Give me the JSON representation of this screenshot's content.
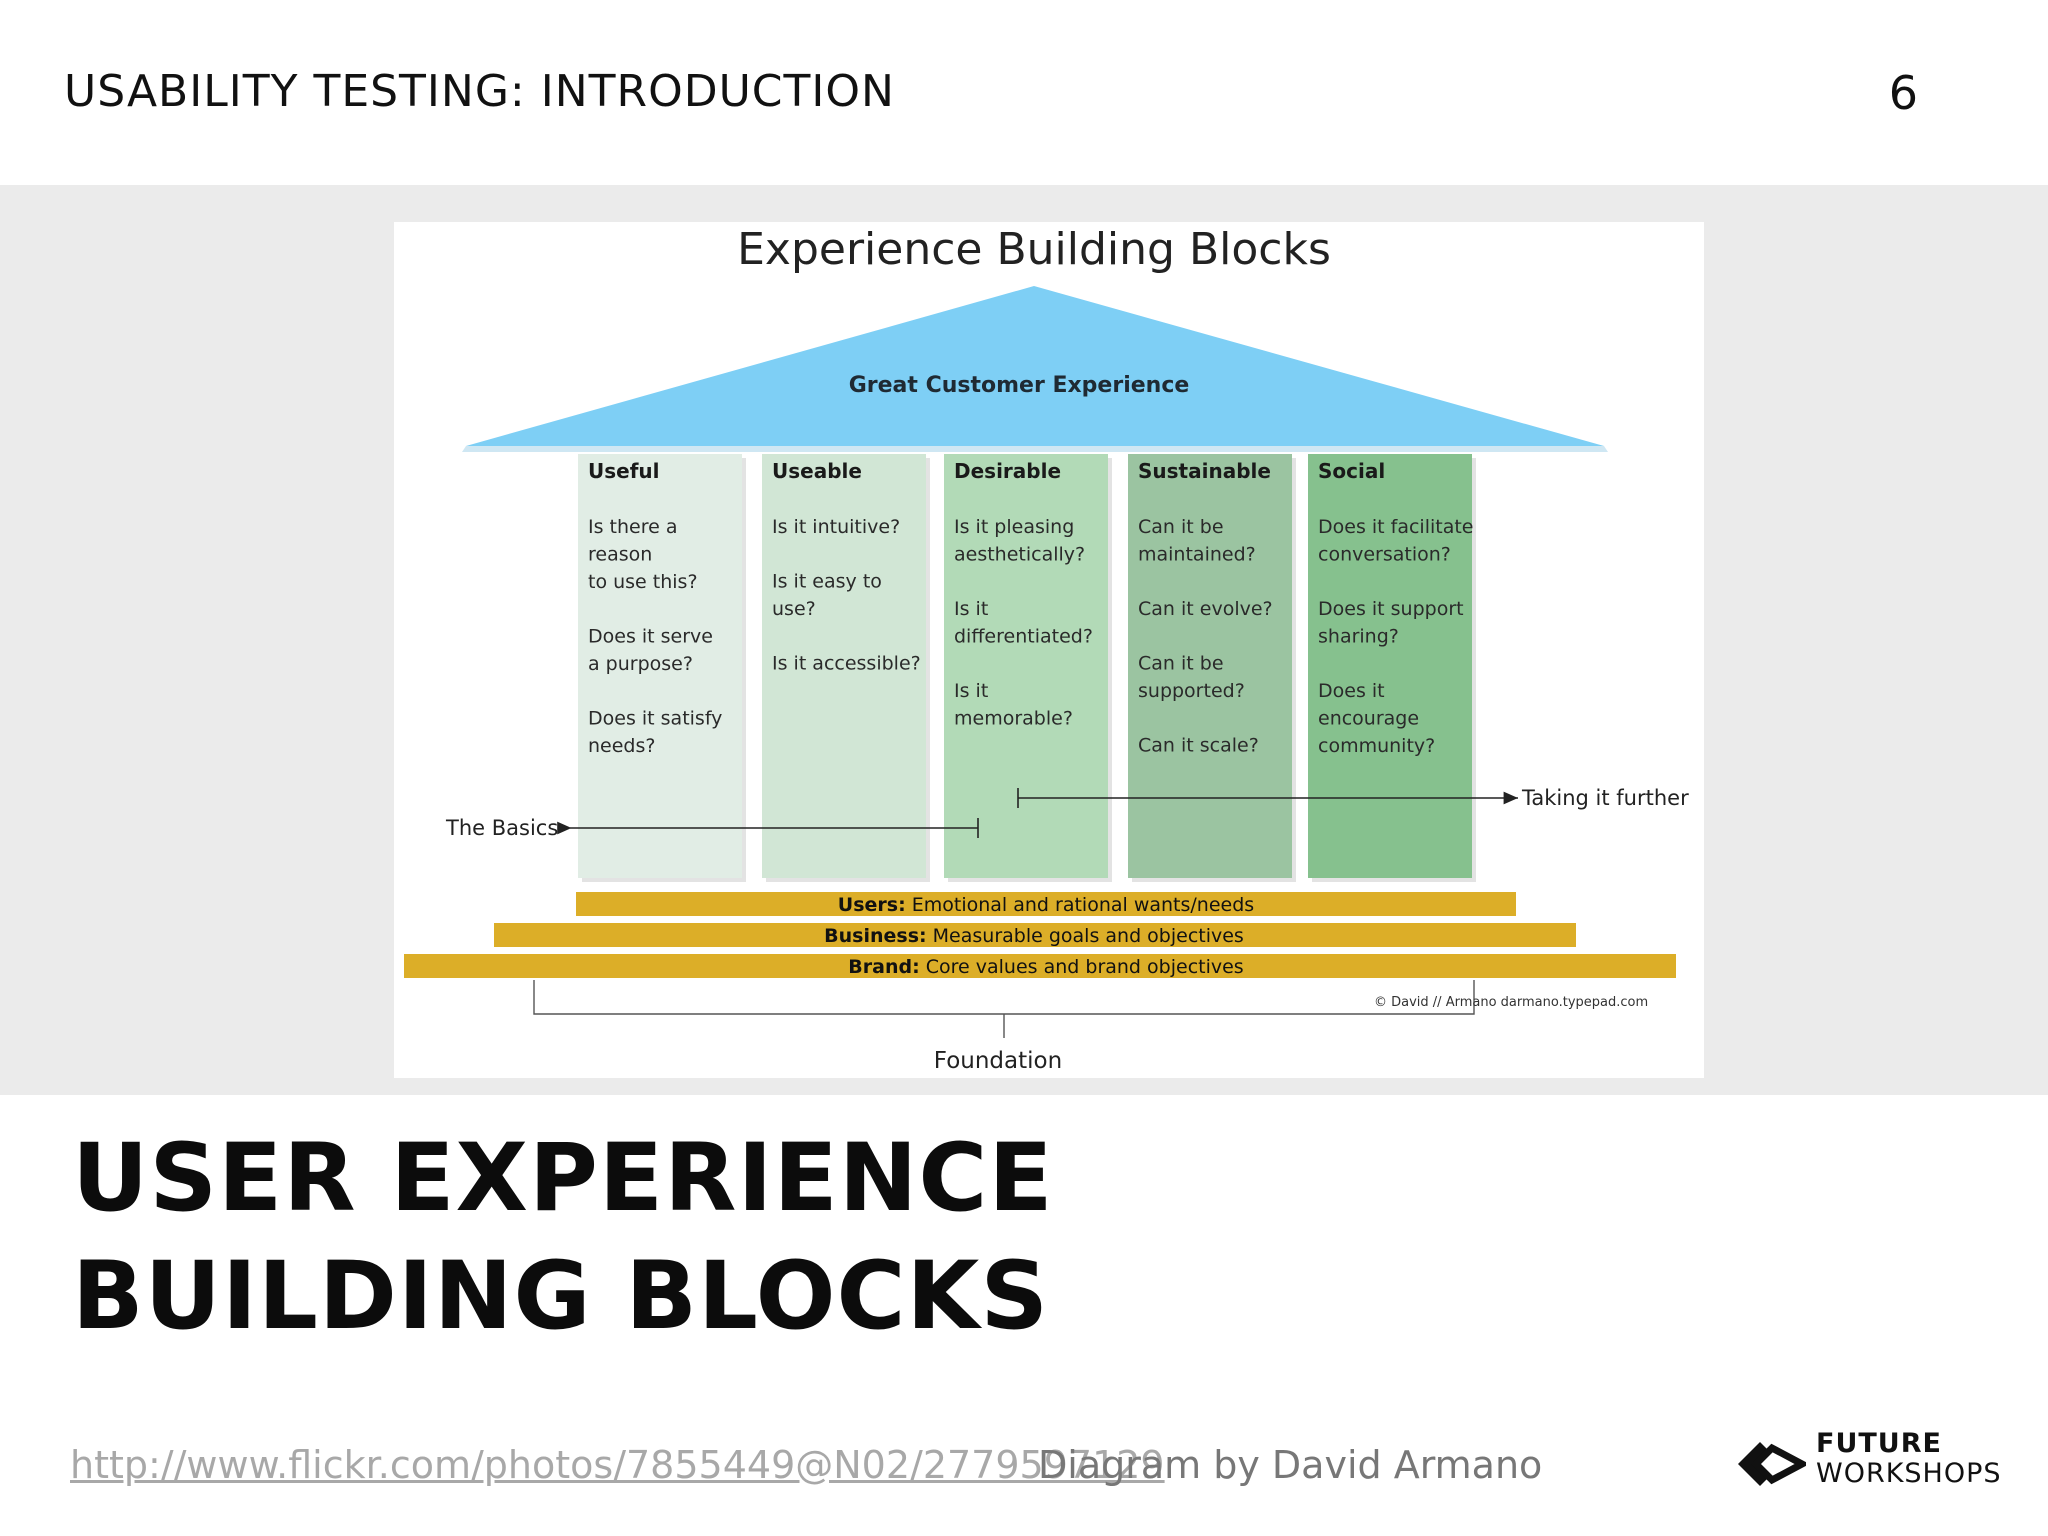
{
  "header": {
    "title": "USABILITY TESTING: INTRODUCTION",
    "page_number": "6"
  },
  "diagram": {
    "title": "Experience Building Blocks",
    "roof_label": "Great Customer Experience",
    "pillars": [
      {
        "name": "Useful",
        "lines": [
          "Is there a",
          "reason",
          "to use this?",
          "",
          "Does it serve",
          "a purpose?",
          "",
          "Does it satisfy",
          "needs?"
        ],
        "color": "#e1ede5"
      },
      {
        "name": "Useable",
        "lines": [
          "Is it intuitive?",
          "",
          "Is it easy to",
          "use?",
          "",
          "Is it accessible?"
        ],
        "color": "#d1e6d5"
      },
      {
        "name": "Desirable",
        "lines": [
          "Is it pleasing",
          "aesthetically?",
          "",
          "Is it",
          "differentiated?",
          "",
          "Is it",
          "memorable?"
        ],
        "color": "#b2dab7"
      },
      {
        "name": "Sustainable",
        "lines": [
          "Can it be",
          "maintained?",
          "",
          "Can it evolve?",
          "",
          "Can it be",
          "supported?",
          "",
          "Can it scale?"
        ],
        "color": "#9bc4a1"
      },
      {
        "name": "Social",
        "lines": [
          "Does it facilitate",
          "conversation?",
          "",
          "Does it support",
          "sharing?",
          "",
          "Does it",
          "encourage",
          "community?"
        ],
        "color": "#86c18e"
      }
    ],
    "basics_label": "The Basics",
    "further_label": "Taking it further",
    "foundation_bars": [
      {
        "bold": "Users:",
        "text": " Emotional and rational wants/needs"
      },
      {
        "bold": "Business:",
        "text": " Measurable goals and objectives"
      },
      {
        "bold": "Brand:",
        "text": " Core values and brand objectives"
      }
    ],
    "copyright": "© David // Armano  darmano.typepad.com",
    "foundation_label": "Foundation",
    "colors": {
      "roof": "#7ecff5",
      "bar": "#dcae28"
    }
  },
  "slide_title": "USER EXPERIENCE BUILDING BLOCKS",
  "footer": {
    "link": "http://www.flickr.com/photos/7855449@N02/2779597129",
    "credit": "Diagram by David Armano"
  },
  "logo": {
    "line1": "FUTURE",
    "line2": "WORKSHOPS"
  }
}
